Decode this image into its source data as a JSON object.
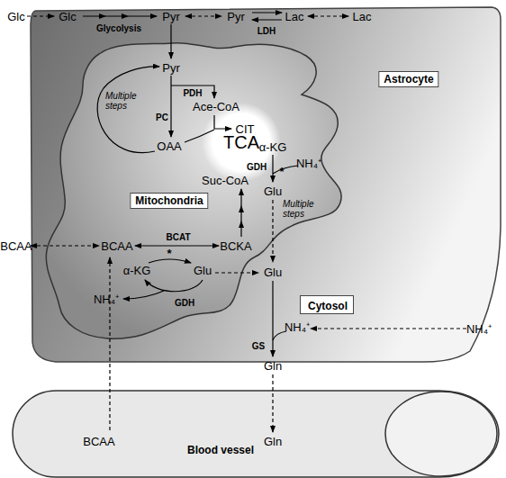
{
  "diagram": {
    "nodes": [
      {
        "text": [
          "Astrocyte"
        ]
      },
      {
        "text": [
          "Mitochondria"
        ],
        "in": 0
      },
      {
        "text": [
          "TCA"
        ],
        "in": 1
      },
      {
        "text": [
          "Cytosol"
        ],
        "in": 0
      },
      {
        "text": [
          "Blood vessel"
        ]
      }
    ],
    "labels": [
      "Glc",
      "Glc",
      "Pyr",
      "Pyr",
      "Lac",
      "Lac",
      "Glycolysis",
      "LDH",
      "Pyr",
      "PDH",
      "Ace-CoA",
      "Multiple steps",
      "PC",
      "CIT",
      "OAA",
      "α-KG",
      "GDH",
      "*",
      "NH₄⁺",
      "Suc-CoA",
      "Glu",
      "Multiple steps",
      "BCAA",
      "BCAT",
      "BCAA",
      "BCKA",
      "*",
      "α-KG",
      "Glu",
      "Glu",
      "NH₄⁺",
      "GDH",
      "NH₄⁺",
      "NH₄⁺",
      "GS",
      "Gln",
      "BCAA",
      "Gln"
    ]
  }
}
